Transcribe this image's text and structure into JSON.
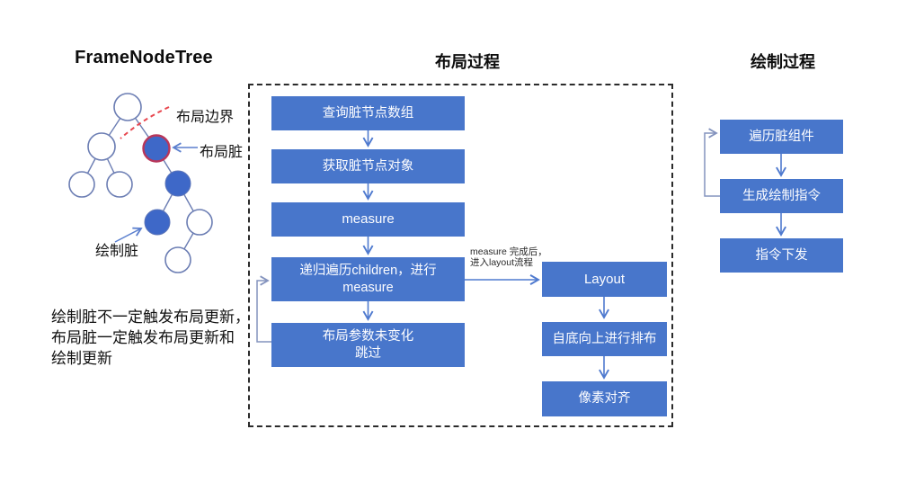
{
  "colors": {
    "box_blue": "#4876CB",
    "node_fill_blue": "#3E68C8",
    "node_stroke": "#6B7DB3",
    "dirty_red_border": "#B8365A",
    "dashed_red": "#E8474F",
    "arrow_blue": "#4F7ACF",
    "loop_gray": "#8493BE"
  },
  "tree_section": {
    "title": "FrameNodeTree",
    "label_layout_boundary": "布局边界",
    "label_layout_dirty": "布局脏",
    "label_draw_dirty": "绘制脏",
    "note_line1": "绘制脏不一定触发布局更新，",
    "note_line2": "布局脏一定触发布局更新和",
    "note_line3": "绘制更新"
  },
  "layout_process": {
    "title": "布局过程",
    "step1": "查询脏节点数组",
    "step2": "获取脏节点对象",
    "step3": "measure",
    "step4_line1": "递归遍历children，进行",
    "step4_line2": "measure",
    "step5_line1": "布局参数未变化",
    "step5_line2": "跳过",
    "annotation_line1": "measure 完成后，",
    "annotation_line2": "进入layout流程",
    "step6": "Layout",
    "step7": "自底向上进行排布",
    "step8": "像素对齐"
  },
  "draw_process": {
    "title": "绘制过程",
    "step1": "遍历脏组件",
    "step2": "生成绘制指令",
    "step3": "指令下发"
  }
}
